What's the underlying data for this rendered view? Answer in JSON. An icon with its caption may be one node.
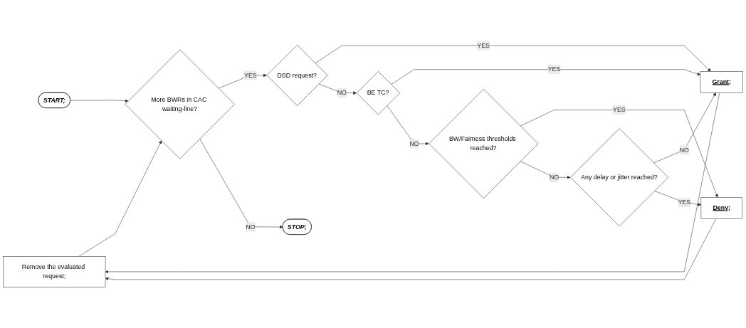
{
  "diagram": {
    "nodes": [
      {
        "text": [
          "Remove the evaluated request;"
        ]
      },
      {
        "text": [
          "Grant;"
        ]
      },
      {
        "text": [
          "START;"
        ]
      },
      {
        "text": [
          "More BWRs in CAC waiting-line?"
        ]
      },
      {
        "text": [
          "DSD request?"
        ]
      },
      {
        "text": [
          "BE TC?"
        ]
      },
      {
        "text": [
          "STOP;"
        ]
      },
      {
        "text": [
          "Deny;"
        ]
      },
      {
        "text": [
          "BW/Fairness thresholds reached?"
        ]
      },
      {
        "text": [
          "Any delay or jitter reached?"
        ]
      }
    ],
    "edges": [
      {
        "from": 0,
        "to": 3,
        "arrow": "to"
      },
      {
        "from": 2,
        "to": 3,
        "arrow": "to"
      },
      {
        "from": 3,
        "to": 4,
        "arrow": "to",
        "label": "YES"
      },
      {
        "from": 4,
        "to": 1,
        "arrow": "to",
        "label": "YES"
      },
      {
        "from": 1,
        "to": 0,
        "arrow": "to"
      },
      {
        "from": 4,
        "to": 5,
        "arrow": "to",
        "label": "NO"
      },
      {
        "from": 5,
        "to": 1,
        "arrow": "to",
        "label": "YES"
      },
      {
        "from": 5,
        "to": 8,
        "arrow": "to",
        "label": "NO"
      },
      {
        "from": 3,
        "to": 6,
        "arrow": "to",
        "label": "NO"
      },
      {
        "from": 8,
        "to": 7,
        "arrow": "to",
        "label": "YES"
      },
      {
        "from": 8,
        "to": 9,
        "arrow": "to",
        "label": "NO"
      },
      {
        "from": 9,
        "to": 1,
        "arrow": "to",
        "label": "NO"
      },
      {
        "from": 9,
        "to": 7,
        "arrow": "to",
        "label": "YES"
      },
      {
        "from": 7,
        "to": 0,
        "arrow": "to"
      }
    ]
  }
}
